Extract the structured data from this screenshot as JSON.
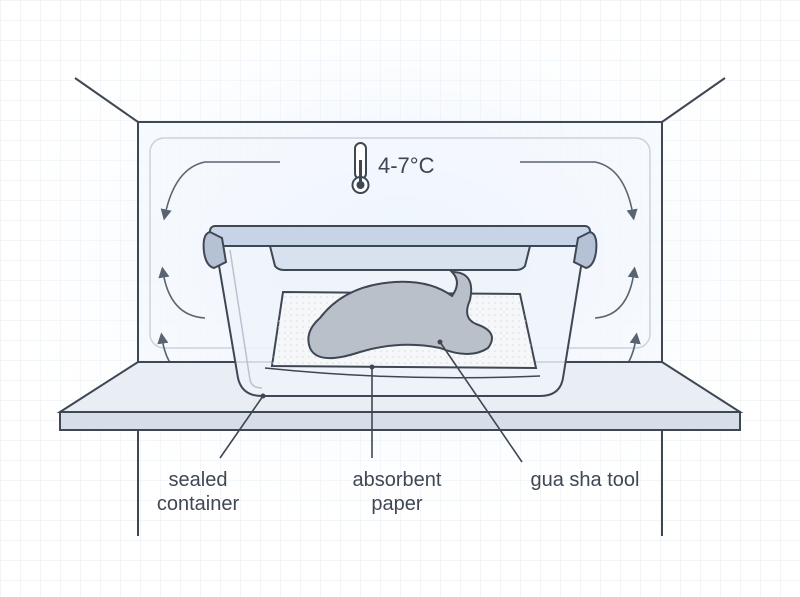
{
  "temperature": {
    "text": "4-7°C",
    "icon": "thermometer-icon"
  },
  "labels": {
    "sealed_container": [
      "sealed",
      "container"
    ],
    "absorbent_paper": [
      "absorbent",
      "paper"
    ],
    "gua_sha_tool": [
      "gua sha tool"
    ]
  },
  "colors": {
    "background": "#ffffff",
    "grid": "#e6ebf2",
    "line": "#3e4753",
    "glow": "#d6e6f8",
    "lid": "#c7d3e6",
    "glass": "#eef3fa",
    "stone": "#b9c0c9",
    "paper": "#f6f7f9",
    "shelf": "#e7ecf3"
  }
}
